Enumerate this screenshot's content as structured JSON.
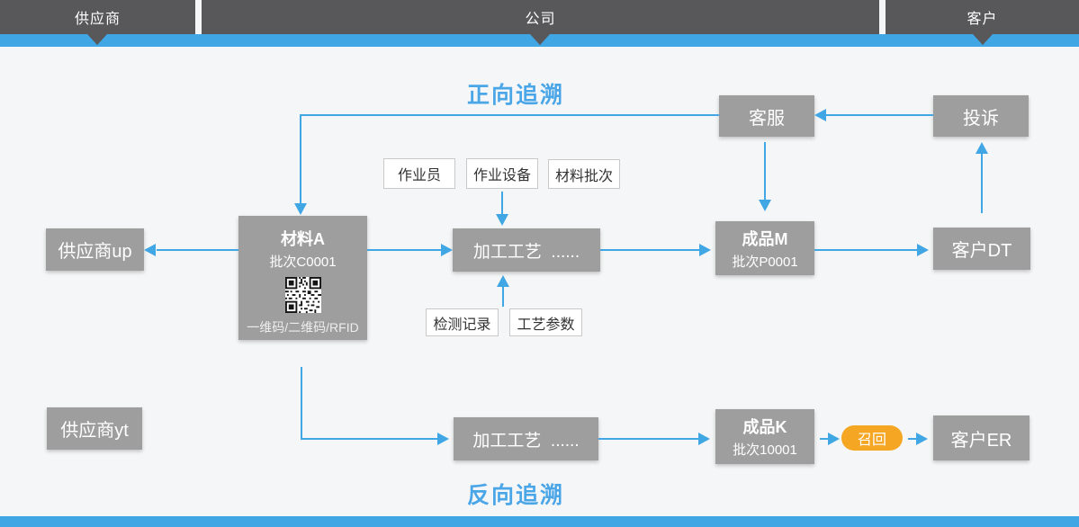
{
  "colors": {
    "accent_blue": "#41a6e4",
    "bar_dark": "#58585b",
    "box_gray": "#9e9e9e",
    "recall_orange": "#f5a623",
    "title_blue": "#4ba6e8",
    "page_bg": "#f5f6f7"
  },
  "top_bar": {
    "supplier": "供应商",
    "company": "公司",
    "customer": "客户"
  },
  "titles": {
    "forward": "正向追溯",
    "backward": "反向追溯"
  },
  "row1": {
    "supplier_up": "供应商up",
    "material": {
      "name": "材料A",
      "batch": "批次C0001",
      "codes": "一维码/二维码/RFID"
    },
    "process": "加工工艺  ......",
    "product_m": {
      "name": "成品M",
      "batch": "批次P0001"
    },
    "customer_dt": "客户DT",
    "operator": "作业员",
    "equipment": "作业设备",
    "material_batch": "材料批次",
    "inspection_record": "检测记录",
    "process_params": "工艺参数",
    "customer_service": "客服",
    "complaint": "投诉"
  },
  "row2": {
    "supplier_yt": "供应商yt",
    "process": "加工工艺  ......",
    "product_k": {
      "name": "成品K",
      "batch": "批次10001"
    },
    "recall": "召回",
    "customer_er": "客户ER"
  }
}
